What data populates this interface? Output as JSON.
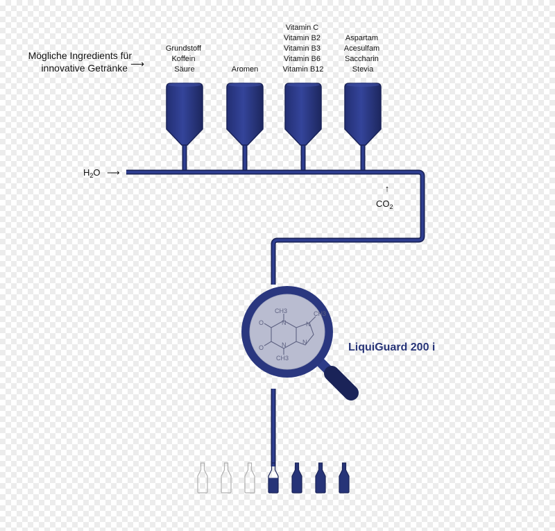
{
  "intro": {
    "line1": "Mögliche Ingredients für",
    "line2": "innovative Getränke",
    "arrow": "⟶"
  },
  "silos": [
    {
      "lines": [
        "Grundstoff",
        "Koffein",
        "Säure"
      ]
    },
    {
      "lines": [
        "Aromen"
      ]
    },
    {
      "lines": [
        "Vitamin C",
        "Vitamin B2",
        "Vitamin B3",
        "Vitamin B6",
        "Vitamin B12"
      ]
    },
    {
      "lines": [
        "Aspartam",
        "Acesulfam",
        "Saccharin",
        "Stevia"
      ]
    }
  ],
  "inputs": {
    "water": {
      "base": "H",
      "sub": "2",
      "rest": "O",
      "arrow": "⟶"
    },
    "co2": {
      "base": "CO",
      "sub": "2",
      "arrow": "↑"
    }
  },
  "product": {
    "name": "LiquiGuard 200 i"
  },
  "molecule": {
    "atom_n": "N",
    "atom_o": "O",
    "methyl": "CH3"
  },
  "bottles": [
    {
      "fill": 0
    },
    {
      "fill": 0
    },
    {
      "fill": 0
    },
    {
      "fill": 0.5
    },
    {
      "fill": 1
    },
    {
      "fill": 1
    },
    {
      "fill": 1
    }
  ],
  "colors": {
    "navy": "#273478",
    "navy_dark": "#1a2358",
    "silo_fill": "#2d3c88",
    "lens_fill": "#b9bcd0",
    "bottle_outline": "#b0b0b0"
  }
}
